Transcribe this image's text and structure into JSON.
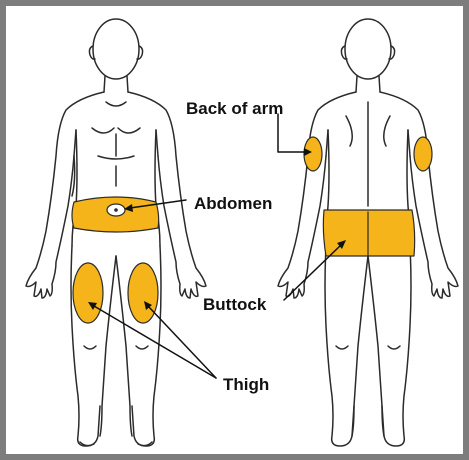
{
  "labels": {
    "back_of_arm": "Back of arm",
    "abdomen": "Abdomen",
    "buttock": "Buttock",
    "thigh": "Thigh"
  },
  "colors": {
    "frame": "#7d7d7d",
    "outline": "#2b2b2b",
    "injection_site": "#f4b41a",
    "background": "#ffffff"
  }
}
